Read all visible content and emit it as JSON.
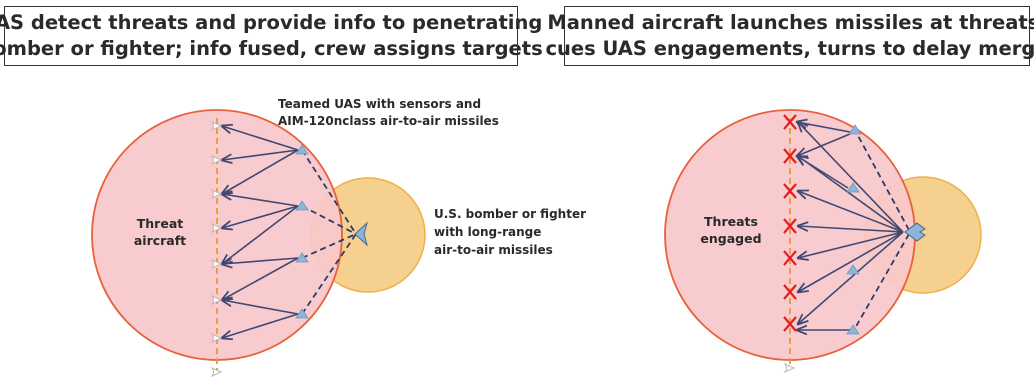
{
  "left_panel": {
    "title_line1": "UAS detect threats and provide info to penetrating",
    "title_line2": "bomber or fighter; info fused, crew assigns targets",
    "uas_label_line1": "Teamed UAS with sensors and",
    "uas_label_line2": "AIM-120nclass air-to-air missiles",
    "threat_label_line1": "Threat",
    "threat_label_line2": "aircraft",
    "friendly_label_line1": "U.S. bomber or fighter",
    "friendly_label_line2": "with long-range",
    "friendly_label_line3": "air-to-air missiles"
  },
  "right_panel": {
    "title_line1": "Manned aircraft launches missiles at threats,",
    "title_line2": "cues UAS engagements, turns to delay merge",
    "threat_label_line1": "Threats",
    "threat_label_line2": "engaged"
  },
  "colors": {
    "threat_zone_fill": "#f7c8cb",
    "threat_zone_stroke": "#e8603c",
    "friendly_zone_fill": "#f6d08e",
    "friendly_zone_stroke": "#eeb04a",
    "arrow": "#404873",
    "uas_marker": "#8fb4d9",
    "destroyed_marker": "#e02020"
  },
  "icons": {
    "threat": "white-aircraft-icon",
    "uas": "blue-triangle-icon",
    "friendly": "bomber-icon",
    "destroyed": "red-x-icon"
  }
}
